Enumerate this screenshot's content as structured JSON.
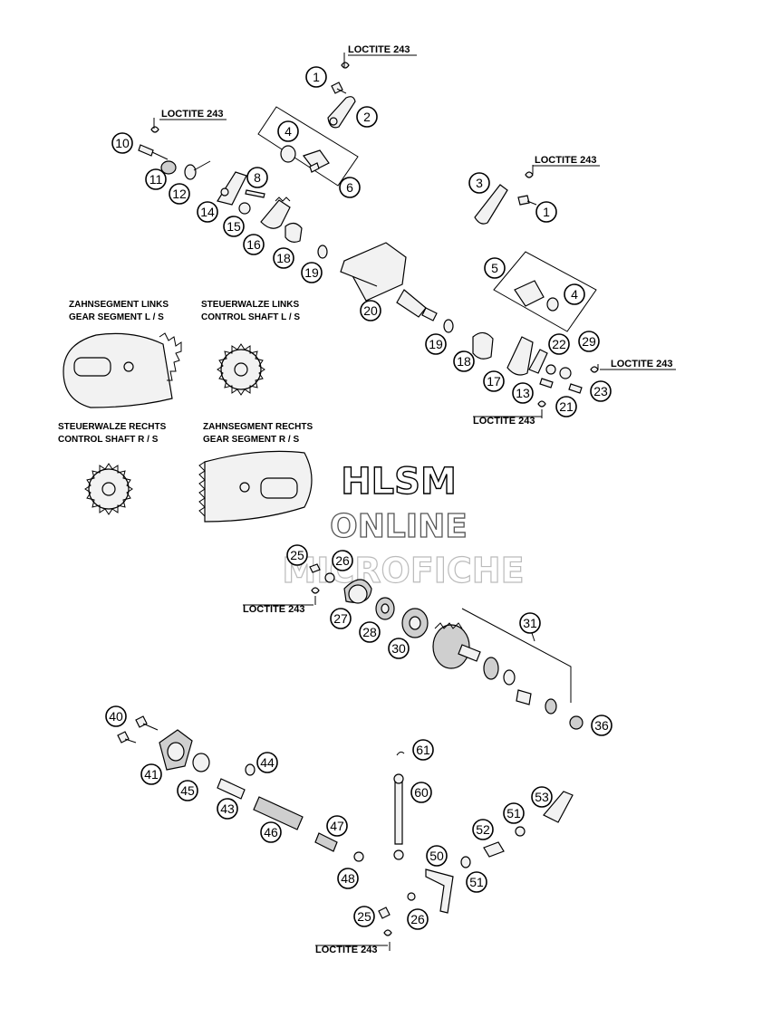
{
  "watermark": {
    "line1": "HLSM",
    "line2": "ONLINE",
    "line3": "MICROFICHE"
  },
  "loctite": "LOCTITE 243",
  "captions": {
    "gear_l_de": "ZAHNSEGMENT LINKS",
    "gear_l_en": "GEAR SEGMENT L / S",
    "ctrl_l_de": "STEUERWALZE LINKS",
    "ctrl_l_en": "CONTROL SHAFT L / S",
    "ctrl_r_de": "STEUERWALZE RECHTS",
    "ctrl_r_en": "CONTROL SHAFT R / S",
    "gear_r_de": "ZAHNSEGMENT RECHTS",
    "gear_r_en": "GEAR SEGMENT R / S"
  },
  "callouts": [
    "1",
    "2",
    "4",
    "6",
    "10",
    "11",
    "12",
    "8",
    "14",
    "15",
    "16",
    "18",
    "19",
    "3",
    "1",
    "5",
    "4",
    "20",
    "19",
    "18",
    "17",
    "13",
    "22",
    "29",
    "21",
    "23",
    "25",
    "26",
    "27",
    "28",
    "30",
    "31",
    "36",
    "40",
    "41",
    "45",
    "44",
    "43",
    "46",
    "47",
    "48",
    "61",
    "60",
    "50",
    "53",
    "51",
    "52",
    "51",
    "25",
    "26"
  ]
}
